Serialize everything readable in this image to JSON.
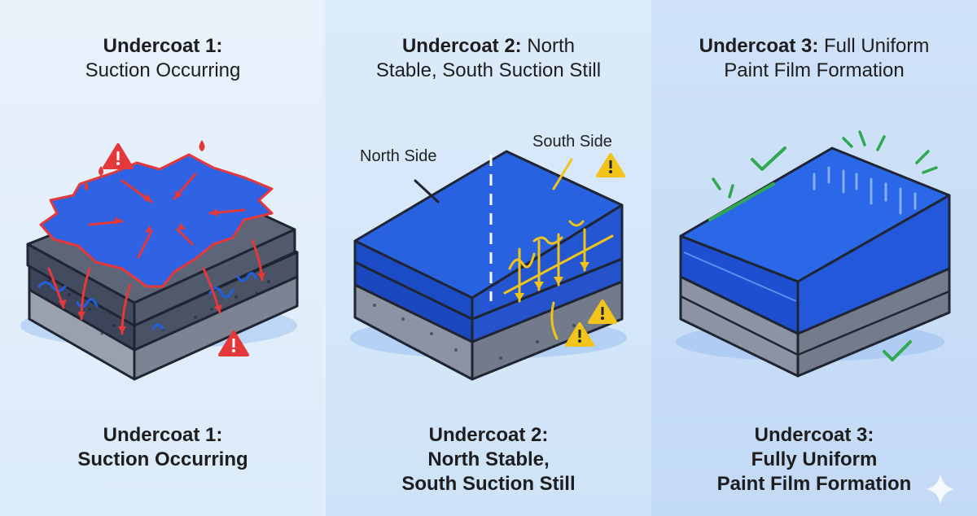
{
  "panels": [
    {
      "top_title_line1_bold": "Undercoat 1:",
      "top_title_line2": "Suction Occurring",
      "bottom_title_line1": "Undercoat 1:",
      "bottom_title_line2": "Suction Occurring"
    },
    {
      "top_title_line1_bold": "Undercoat 2:",
      "top_title_line1_rest": " North",
      "top_title_line2": "Stable, South Suction Still",
      "bottom_title_line1": "Undercoat 2:",
      "bottom_title_line2": "North Stable,",
      "bottom_title_line3": "South Suction Still",
      "label_north": "North Side",
      "label_south": "South Side"
    },
    {
      "top_title_line1_bold": "Undercoat 3:",
      "top_title_line1_rest": " Full Uniform",
      "top_title_line2": "Paint Film Formation",
      "bottom_title_line1": "Undercoat 3:",
      "bottom_title_line2": "Fully Uniform",
      "bottom_title_line3": "Paint Film Formation"
    }
  ],
  "colors": {
    "paint_blue": "#1f5fe0",
    "suction_red": "#e5383b",
    "warning_yellow": "#f2c318",
    "check_green": "#2fa84f",
    "substrate_grey": "#5b6475"
  }
}
